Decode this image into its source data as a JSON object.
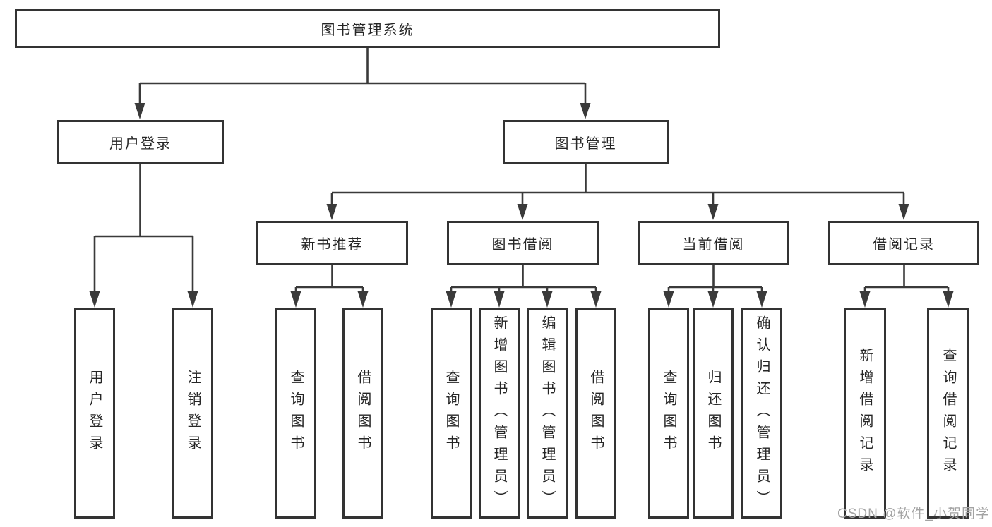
{
  "diagram": {
    "root": {
      "label": "图书管理系统"
    },
    "branches": [
      {
        "label": "用户登录",
        "children": [
          {
            "label": "用户登录"
          },
          {
            "label": "注销登录"
          }
        ]
      },
      {
        "label": "图书管理",
        "modules": [
          {
            "label": "新书推荐",
            "children": [
              {
                "label": "查询图书"
              },
              {
                "label": "借阅图书"
              }
            ]
          },
          {
            "label": "图书借阅",
            "children": [
              {
                "label": "查询图书"
              },
              {
                "label": "新增图书（管理员）"
              },
              {
                "label": "编辑图书（管理员）"
              },
              {
                "label": "借阅图书"
              }
            ]
          },
          {
            "label": "当前借阅",
            "children": [
              {
                "label": "查询图书"
              },
              {
                "label": "归还图书"
              },
              {
                "label": "确认归还（管理员）"
              }
            ]
          },
          {
            "label": "借阅记录",
            "children": [
              {
                "label": "新增借阅记录"
              },
              {
                "label": "查询借阅记录"
              }
            ]
          }
        ]
      }
    ]
  },
  "watermark": {
    "text": "CSDN @软件_小贺同学"
  },
  "colors": {
    "line": "#3a3a3a",
    "box_border": "#333333",
    "text": "#262626",
    "watermark": "#a3a3a3",
    "background": "#ffffff"
  }
}
